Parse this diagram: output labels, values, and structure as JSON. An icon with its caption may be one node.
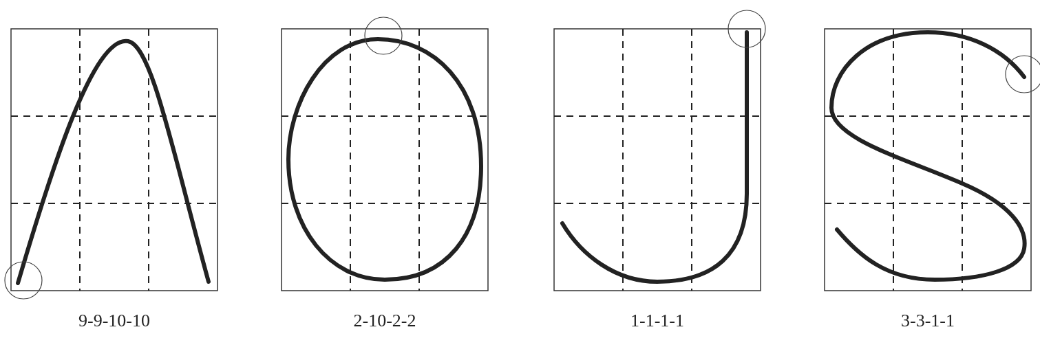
{
  "diagram": {
    "labels": [
      "9-9-10-10",
      "2-10-2-2",
      "1-1-1-1",
      "3-3-1-1"
    ]
  }
}
